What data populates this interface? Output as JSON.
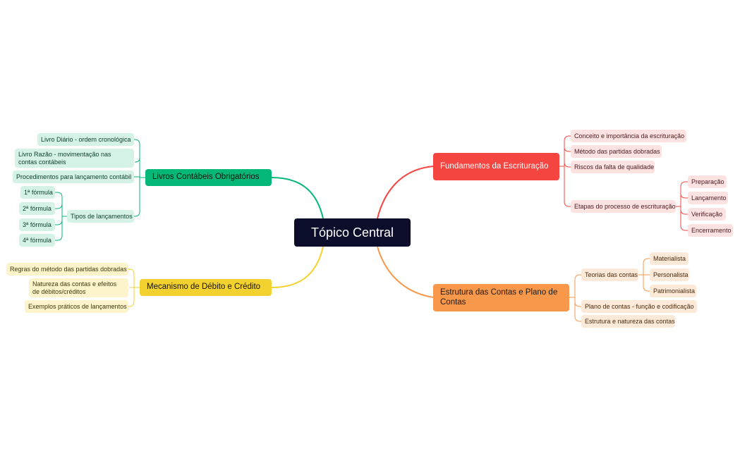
{
  "colors": {
    "central": "#0b0d2a",
    "red": "#f44541",
    "orange": "#f7984a",
    "green": "#05b878",
    "yellow": "#f3d22f"
  },
  "central": "Tópico Central",
  "branches": {
    "fundamentos": {
      "title": "Fundamentos da Escrituração",
      "items": [
        "Conceito e importância da escrituração",
        "Método das partidas dobradas",
        "Riscos da falta de qualidade",
        "Etapas do processo de escrituração"
      ],
      "etapas": [
        "Preparação",
        "Lançamento",
        "Verificação",
        "Encerramento"
      ]
    },
    "estrutura": {
      "title": "Estrutura das Contas e Plano de Contas",
      "items": [
        "Teorias das contas",
        "Plano de contas - função e codificação",
        "Estrutura e natureza das contas"
      ],
      "teorias": [
        "Materialista",
        "Personalista",
        "Patrimonialista"
      ]
    },
    "livros": {
      "title": "Livros Contábeis Obrigatórios",
      "items": [
        "Livro Diário - ordem cronológica",
        "Livro Razão - movimentação nas contas contábeis",
        "Procedimentos para lançamento contábil",
        "Tipos de lançamentos"
      ],
      "formulas": [
        "1ª fórmula",
        "2ª fórmula",
        "3ª fórmula",
        "4ª fórmula"
      ]
    },
    "mecanismo": {
      "title": "Mecanismo de Débito e Crédito",
      "items": [
        "Regras do método das partidas dobradas",
        "Natureza das contas e efeitos de débitos/créditos",
        "Exemplos práticos de lançamentos"
      ]
    }
  }
}
